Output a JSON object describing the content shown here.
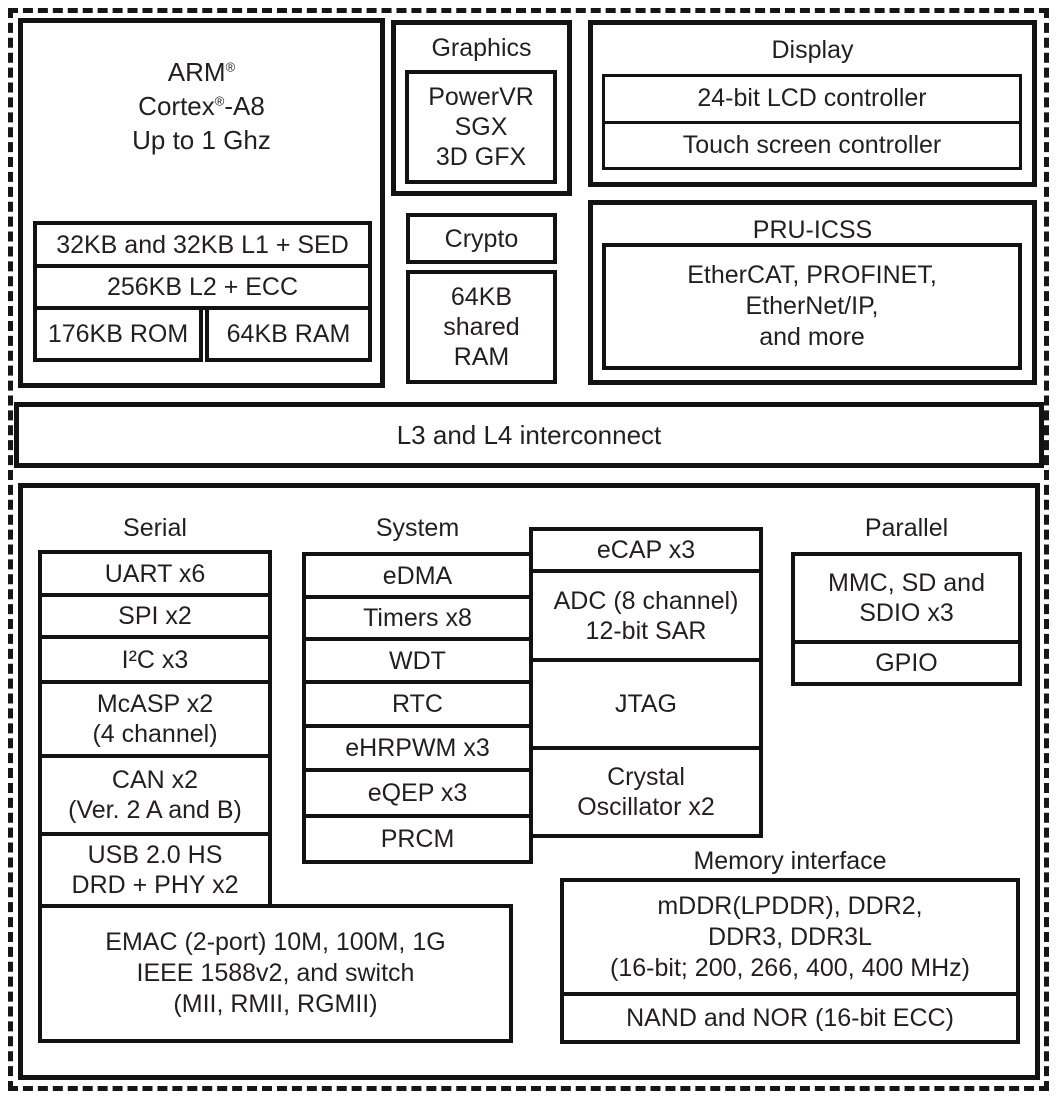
{
  "colors": {
    "border": "#121212",
    "text": "#231f20",
    "background": "#ffffff"
  },
  "arm": {
    "name_base": "ARM",
    "reg_mark": "®",
    "cortex_base": "Cortex",
    "cortex_suffix": "-A8",
    "clock": "Up to 1 Ghz",
    "l1_cache": "32KB and 32KB L1 + SED",
    "l2_cache": "256KB L2  + ECC",
    "rom": "176KB ROM",
    "ram": "64KB RAM"
  },
  "graphics": {
    "title": "Graphics",
    "gpu_lines": [
      "PowerVR",
      "SGX",
      "3D GFX"
    ]
  },
  "crypto": {
    "label": "Crypto"
  },
  "shared_ram": {
    "lines": [
      "64KB",
      "shared",
      "RAM"
    ]
  },
  "display": {
    "title": "Display",
    "lcd": "24-bit LCD controller",
    "touch": "Touch screen controller"
  },
  "pru_icss": {
    "title": "PRU-ICSS",
    "protocol_lines": [
      "EtherCAT, PROFINET,",
      "EtherNet/IP,",
      "and more"
    ]
  },
  "interconnect": {
    "label": "L3 and L4 interconnect"
  },
  "serial": {
    "header": "Serial",
    "items": [
      [
        "UART x6"
      ],
      [
        "SPI x2"
      ],
      [
        "I²C x3"
      ],
      [
        "McASP x2",
        "(4 channel)"
      ],
      [
        "CAN x2",
        "(Ver. 2 A and B)"
      ],
      [
        "USB 2.0 HS",
        "DRD + PHY x2"
      ]
    ],
    "emac_lines": [
      "EMAC (2-port) 10M, 100M, 1G",
      "IEEE 1588v2, and switch",
      "(MII, RMII, RGMII)"
    ]
  },
  "system": {
    "header": "System",
    "items": [
      "eDMA",
      "Timers x8",
      "WDT",
      "RTC",
      "eHRPWM x3",
      "eQEP x3",
      "PRCM"
    ]
  },
  "analog_debug": {
    "items": [
      [
        "eCAP x3"
      ],
      [
        "ADC (8 channel)",
        "12-bit SAR"
      ],
      [
        "JTAG"
      ],
      [
        "Crystal",
        "Oscillator x2"
      ]
    ]
  },
  "parallel": {
    "header": "Parallel",
    "items": [
      [
        "MMC, SD and",
        "SDIO x3"
      ],
      [
        "GPIO"
      ]
    ]
  },
  "memory_interface": {
    "header": "Memory interface",
    "ddr_lines": [
      "mDDR(LPDDR), DDR2,",
      "DDR3, DDR3L",
      "(16-bit; 200, 266, 400, 400 MHz)"
    ],
    "flash": "NAND and NOR (16-bit ECC)"
  }
}
